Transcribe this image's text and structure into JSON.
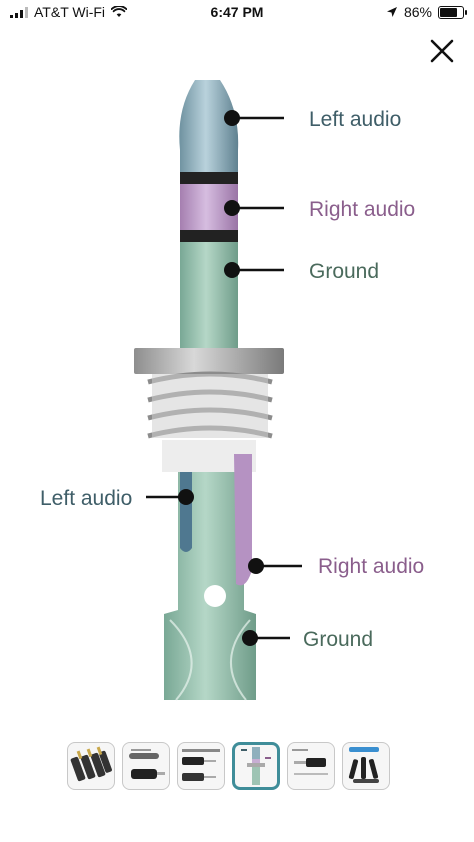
{
  "status_bar": {
    "carrier": "AT&T Wi-Fi",
    "time": "6:47 PM",
    "battery": "86%",
    "battery_level": 0.86
  },
  "icons": {
    "close": "close-icon",
    "wifi": "wifi-icon",
    "location": "location-arrow-icon",
    "battery": "battery-icon",
    "signal": "signal-bars-icon"
  },
  "diagram": {
    "plug_labels": [
      "Left audio",
      "Right audio",
      "Ground"
    ],
    "jack_labels": [
      "Left audio",
      "Right audio",
      "Ground"
    ]
  },
  "colors": {
    "left_audio": "#3f5e68",
    "right_audio": "#8a5e8c",
    "ground": "#4a6a5c",
    "selected_thumb_border": "#3f8d99"
  },
  "gallery": {
    "thumbnails": [
      {
        "name": "thumbnail-1",
        "selected": false
      },
      {
        "name": "thumbnail-2",
        "selected": false
      },
      {
        "name": "thumbnail-3",
        "selected": false
      },
      {
        "name": "thumbnail-4",
        "selected": true
      },
      {
        "name": "thumbnail-5",
        "selected": false
      },
      {
        "name": "thumbnail-6",
        "selected": false
      }
    ]
  }
}
